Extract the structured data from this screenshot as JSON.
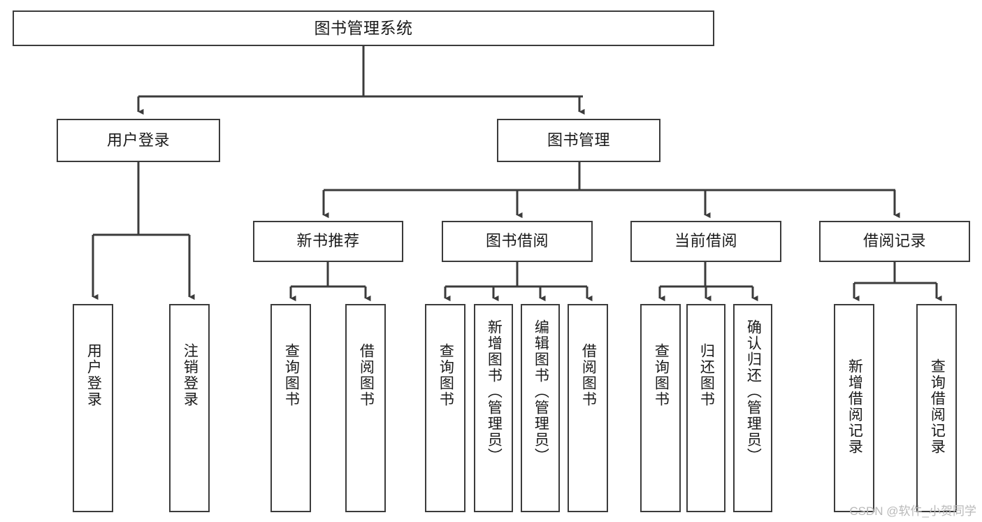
{
  "diagram": {
    "title": "图书管理系统",
    "type": "hierarchy-tree",
    "stroke_color": "#3b3b3b",
    "background_color": "#ffffff",
    "text_color": "#1a1a1a",
    "watermark": "CSDN @软件_小贺同学",
    "watermark_color": "#b9b9b9"
  },
  "nodes": {
    "root": {
      "label": "图书管理系统"
    },
    "level1": [
      {
        "id": "user-login",
        "label": "用户登录"
      },
      {
        "id": "book-management",
        "label": "图书管理"
      }
    ],
    "level2": [
      {
        "id": "new-book-recommend",
        "label": "新书推荐"
      },
      {
        "id": "book-borrow",
        "label": "图书借阅"
      },
      {
        "id": "current-borrow",
        "label": "当前借阅"
      },
      {
        "id": "borrow-record",
        "label": "借阅记录"
      }
    ],
    "leaves": {
      "user_login": [
        {
          "id": "leaf-user-login",
          "label": "用户登录"
        },
        {
          "id": "leaf-logout-login",
          "label": "注销登录"
        }
      ],
      "new_book_recommend": [
        {
          "id": "leaf-query-book-1",
          "label": "查询图书"
        },
        {
          "id": "leaf-borrow-book-1",
          "label": "借阅图书"
        }
      ],
      "book_borrow": [
        {
          "id": "leaf-query-book-2",
          "label": "查询图书"
        },
        {
          "id": "leaf-add-book",
          "label": "新增图书（管理员）"
        },
        {
          "id": "leaf-edit-book",
          "label": "编辑图书（管理员）"
        },
        {
          "id": "leaf-borrow-book-2",
          "label": "借阅图书"
        }
      ],
      "current_borrow": [
        {
          "id": "leaf-query-book-3",
          "label": "查询图书"
        },
        {
          "id": "leaf-return-book",
          "label": "归还图书"
        },
        {
          "id": "leaf-confirm-return",
          "label": "确认归还（管理员）"
        }
      ],
      "borrow_record": [
        {
          "id": "leaf-add-record",
          "label": "新增借阅记录"
        },
        {
          "id": "leaf-query-record",
          "label": "查询借阅记录"
        }
      ]
    }
  }
}
